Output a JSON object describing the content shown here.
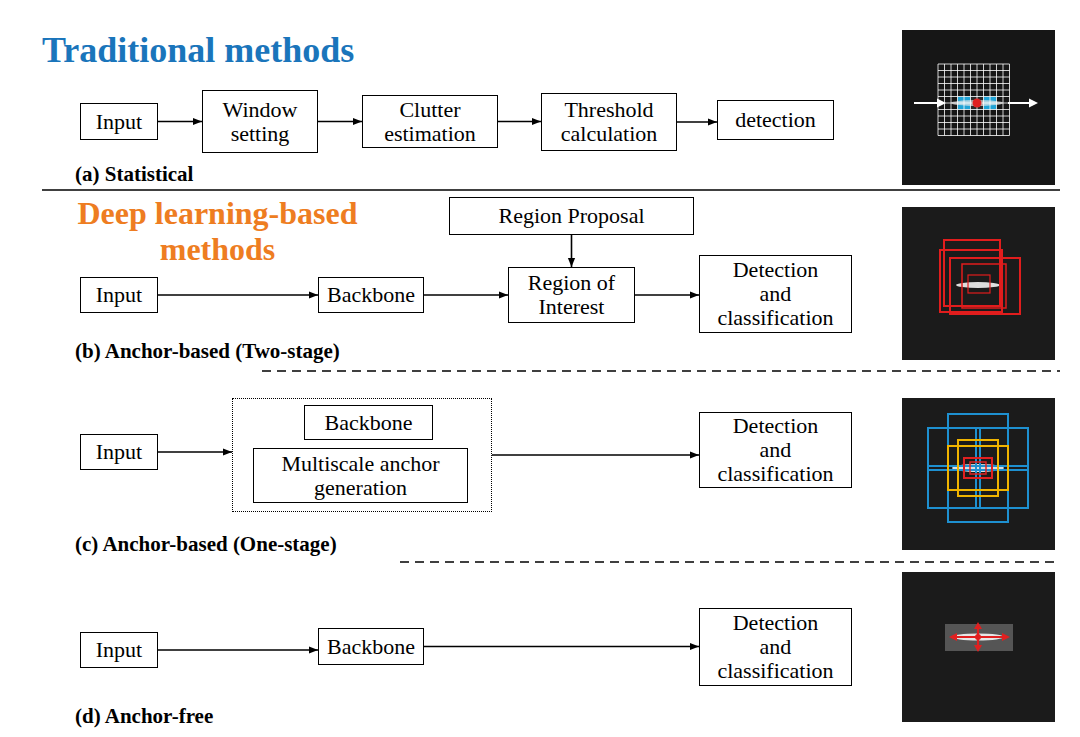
{
  "diagram": {
    "nodes": [
      {
        "text": [
          "Input"
        ]
      },
      {
        "text": [
          "Window setting"
        ]
      },
      {
        "text": [
          "Clutter estimation"
        ]
      },
      {
        "text": [
          "Threshold calculation"
        ]
      },
      {
        "text": [
          "detection"
        ]
      },
      {
        "text": [
          "Region Proposal"
        ]
      },
      {
        "text": [
          "Input"
        ]
      },
      {
        "text": [
          "Backbone"
        ]
      },
      {
        "text": [
          "Region of Interest"
        ]
      },
      {
        "text": [
          "Detection and classification"
        ]
      },
      {
        "text": [
          "Input"
        ]
      },
      {
        "text": []
      },
      {
        "text": [
          "Backbone"
        ],
        "in": 11
      },
      {
        "text": [
          "Multiscale anchor generation"
        ],
        "in": 11
      },
      {
        "text": [
          "Detection and classification"
        ]
      },
      {
        "text": [
          "Input"
        ]
      },
      {
        "text": [
          "Backbone"
        ]
      },
      {
        "text": [
          "Detection and classification"
        ]
      }
    ],
    "edges": [
      {
        "from": 0,
        "to": 1,
        "arrow": "to"
      },
      {
        "from": 1,
        "to": 2,
        "arrow": "to"
      },
      {
        "from": 2,
        "to": 3,
        "arrow": "to"
      },
      {
        "from": 3,
        "to": 4,
        "arrow": "to"
      },
      {
        "from": 6,
        "to": 7,
        "arrow": "to"
      },
      {
        "from": 7,
        "to": 8,
        "arrow": "to"
      },
      {
        "from": 5,
        "to": 8,
        "arrow": "to"
      },
      {
        "from": 8,
        "to": 9,
        "arrow": "to"
      },
      {
        "from": 10,
        "to": 11,
        "arrow": "to"
      },
      {
        "from": 11,
        "to": 14,
        "arrow": "to"
      },
      {
        "from": 15,
        "to": 16,
        "arrow": "to"
      },
      {
        "from": 16,
        "to": 17,
        "arrow": "to"
      }
    ],
    "labels": [
      "Traditional methods",
      "(a) Statistical",
      "Deep learning-based methods",
      "(b) Anchor-based (Two-stage)",
      "(c) Anchor-based (One-stage)",
      "(d) Anchor-free"
    ]
  }
}
